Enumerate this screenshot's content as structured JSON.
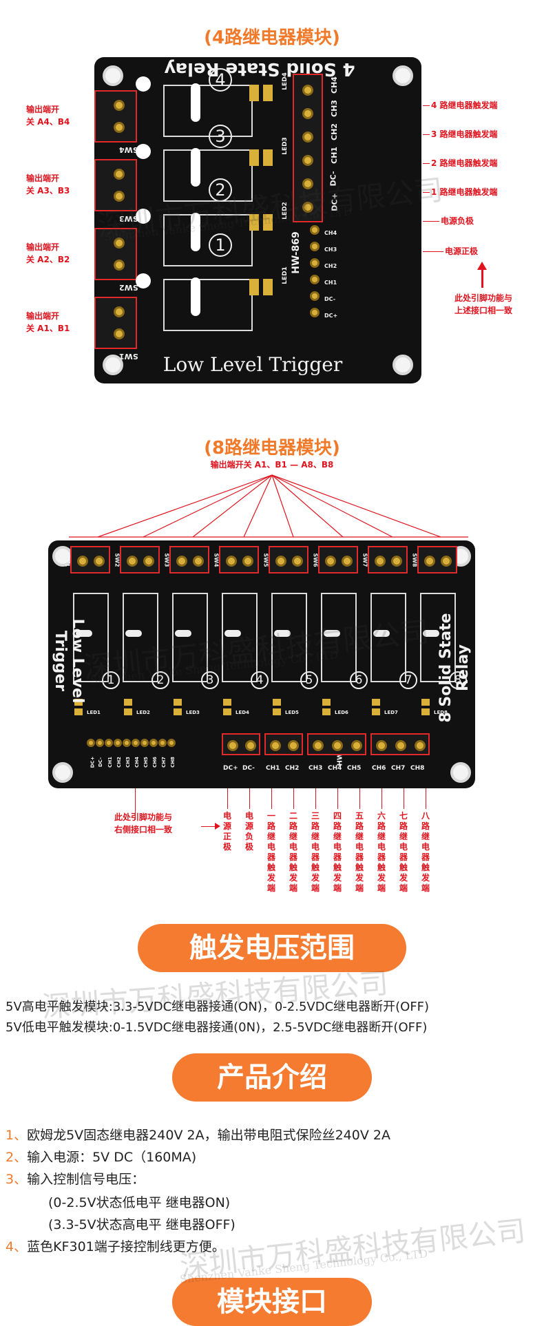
{
  "module4": {
    "title": "(4路继电器模块)",
    "board_title": "4 Solid State Relay",
    "board_bottom": "Low Level Trigger",
    "model": "HW-869",
    "switches": [
      "SW4",
      "SW3",
      "SW2",
      "SW1"
    ],
    "relay_numbers": [
      "4",
      "3",
      "2",
      "1"
    ],
    "leds": [
      "LED4",
      "LED3",
      "LED2",
      "LED1"
    ],
    "left_labels": [
      {
        "line1": "输出端开",
        "line2": "关 A4、B4"
      },
      {
        "line1": "输出端开",
        "line2": "关 A3、B3"
      },
      {
        "line1": "输出端开",
        "line2": "关 A2、B2"
      },
      {
        "line1": "输出端开",
        "line2": "关 A1、B1"
      }
    ],
    "terminal_pins": [
      "CH4",
      "CH3",
      "CH2",
      "CH1",
      "DC-",
      "DC+"
    ],
    "right_labels": [
      "4 路继电器触发端",
      "3 路继电器触发端",
      "2 路继电器触发端",
      "1 路继电器触发端",
      "电源负极",
      "电源正极"
    ],
    "header_pins": [
      "CH4",
      "CH3",
      "CH2",
      "CH1",
      "DC-",
      "DC+"
    ],
    "note": {
      "line1": "此处引脚功能与",
      "line2": "上述接口相一致"
    }
  },
  "module8": {
    "title": "(8路继电器模块)",
    "top_label": "输出端开关 A1、B1 — A8、B8",
    "board_side_left": "Low Level Trigger",
    "board_side_right": "8 Solid State Relay",
    "model": "HW-876",
    "switches": [
      "SW1",
      "SW2",
      "SW3",
      "SW4",
      "SW5",
      "SW6",
      "SW7",
      "SW8"
    ],
    "relay_numbers": [
      "1",
      "2",
      "3",
      "4",
      "5",
      "6",
      "7",
      "8"
    ],
    "leds": [
      "LED1",
      "LED2",
      "LED3",
      "LED4",
      "LED5",
      "LED6",
      "LED7",
      "LED8"
    ],
    "header_pins": [
      "DC+",
      "DC-",
      "CH1",
      "CH2",
      "CH3",
      "CH4",
      "CH5",
      "CH6",
      "CH7",
      "CH8"
    ],
    "terminal_pins": [
      "DC+",
      "DC-",
      "CH1",
      "CH2",
      "CH3",
      "CH4",
      "CH5",
      "CH6",
      "CH7",
      "CH8"
    ],
    "note": {
      "line1": "此处引脚功能与",
      "line2": "右侧接口相一致"
    },
    "bottom_labels": [
      "电源正极",
      "电源负极",
      "一路继电器触发端",
      "二路继电器触发端",
      "三路继电器触发端",
      "四路继电器触发端",
      "五路继电器触发端",
      "六路继电器触发端",
      "七路继电器触发端",
      "八路继电器触发端"
    ]
  },
  "trigger": {
    "banner": "触发电压范围",
    "line1": "5V高电平触发模块:3.3-5VDC继电器接通(ON)，0-2.5VDC继电器断开(OFF)",
    "line2": "5V低电平触发模块:0-1.5VDC继电器接通(0N)，2.5-5VDC继电器断开(OFF)"
  },
  "intro": {
    "banner": "产品介绍",
    "items": [
      {
        "num": "1、",
        "text": "欧姆龙5V固态继电器240V 2A，输出带电阻式保险丝240V 2A"
      },
      {
        "num": "2、",
        "text": "输入电源：5V DC（160MA)"
      },
      {
        "num": "3、",
        "text": "输入控制信号电压："
      },
      {
        "num": "",
        "text": "(0-2.5V状态低电平 继电器ON)"
      },
      {
        "num": "",
        "text": "(3.3-5V状态高电平 继电器OFF)"
      },
      {
        "num": "4、",
        "text": "蓝色KF301端子接控制线更方便。"
      }
    ]
  },
  "interface": {
    "banner": "模块接口"
  },
  "watermark": {
    "cn": "深圳市万科盛科技有限公司",
    "en": "Shenzhen Vanke Sheng Technology Co., LTD"
  },
  "colors": {
    "accent": "#f47b30",
    "label_red": "#e0141e",
    "board": "#111111",
    "pad_gold": "#d9b03a"
  }
}
